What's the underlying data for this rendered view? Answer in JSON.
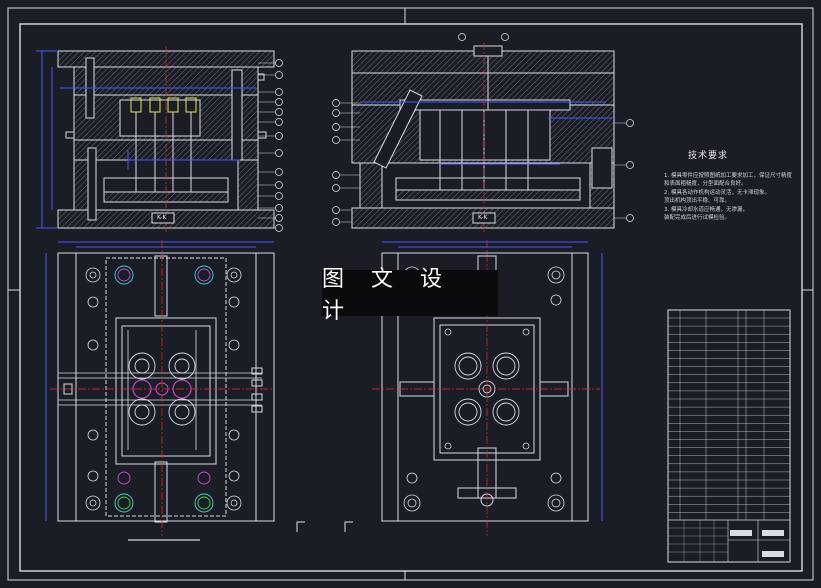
{
  "overlay": {
    "watermark_text": "图 文 设 计"
  },
  "technical_requirements": {
    "title": "技术要求",
    "lines": [
      "1. 模具零件应按照图纸加工要求加工，保证尺寸精度",
      "   和表面粗糙度，分型面配合良好。",
      "2. 模具各动作机构运动灵活，无卡滞现象。",
      "   顶出机构顶出平稳、可靠。",
      "3. 模具冷却水道应畅通，无渗漏，",
      "   装配完成后进行试模检验。"
    ]
  },
  "views": {
    "left_section_tag": "K-K",
    "right_section_tag": "K-K"
  },
  "colors": {
    "background": "#1a1d25",
    "line_white": "#d9dce3",
    "line_blue": "#4a57ff",
    "line_red": "#e0302c",
    "line_yellow": "#e8e84a",
    "line_magenta": "#d04ad0",
    "line_green": "#4ad04a",
    "line_cyan": "#4ad0d0"
  }
}
